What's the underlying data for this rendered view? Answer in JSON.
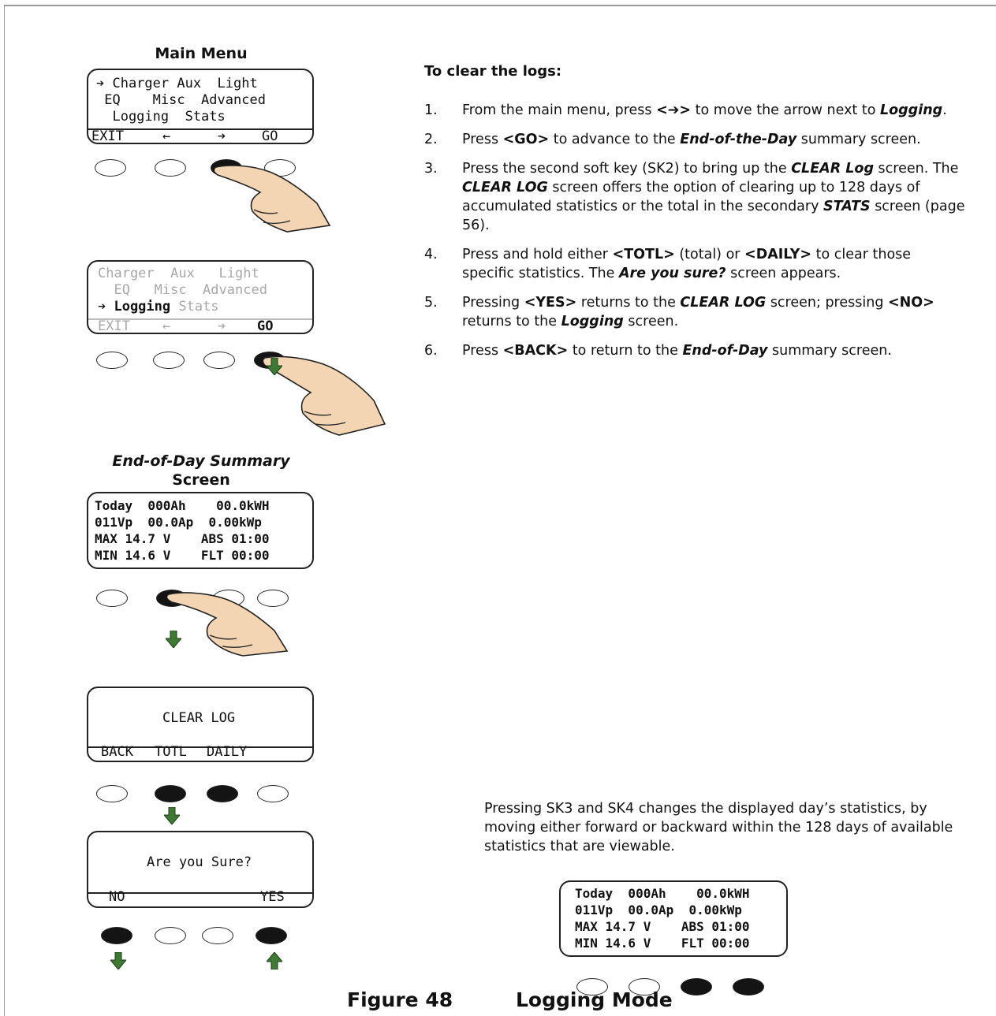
{
  "main_menu": {
    "title": "Main Menu",
    "rows": [
      "➔ Charger Aux  Light",
      " EQ    Misc  Advanced",
      "  Logging  Stats"
    ],
    "softkeys": [
      "EXIT",
      "←",
      "➔",
      "GO"
    ]
  },
  "logging_menu": {
    "row1": "Charger  Aux   Light",
    "row2": "  EQ   Misc  Advanced",
    "row3_arrow": "➔ Logging",
    "row3_rest": " Stats",
    "softkeys_dim": [
      "EXIT",
      "←",
      "➔"
    ],
    "softkey_go": "GO"
  },
  "end_of_day": {
    "title_line1": "End-of-Day Summary",
    "title_line2": "Screen",
    "rows": [
      "Today  000Ah    00.0kWH",
      "011Vp  00.0Ap  0.00kWp",
      "MAX 14.7 V    ABS 01:00",
      "MIN 14.6 V    FLT 00:00"
    ]
  },
  "clear_log_screen": {
    "title": "CLEAR LOG",
    "softkeys": [
      "BACK",
      "TOTL",
      "DAILY"
    ]
  },
  "confirm_screen": {
    "prompt": "Are you Sure?",
    "no": "NO",
    "yes": "YES"
  },
  "instructions": {
    "heading": "To clear the logs:",
    "numbers": [
      "1.",
      "2.",
      "3.",
      "4.",
      "5.",
      "6."
    ],
    "s1": {
      "a": "From the main menu, press ",
      "k1": "<➔>",
      "b": " to move the arrow next to ",
      "e1": "Logging",
      "c": "."
    },
    "s2": {
      "a": "Press ",
      "k1": "<GO>",
      "b": " to advance to the ",
      "e1": "End-of-the-Day",
      "c": " summary screen."
    },
    "s3": {
      "a": "Press the second soft key (SK2) to bring up the ",
      "e1": "CLEAR Log",
      "b": " screen.  The ",
      "e2": "CLEAR LOG",
      "c": " screen offers the option of clearing up to 128 days of accumulated statistics or the total in the secondary ",
      "e3": "STATS",
      "d": " screen (page 56)."
    },
    "s4": {
      "a": "Press and hold either ",
      "k1": "<TOTL>",
      "b": " (total) or ",
      "k2": "<DAILY>",
      "c": " to clear those specific statistics. The ",
      "e1": "Are you sure?",
      "d": " screen appears."
    },
    "s5": {
      "a": "Pressing ",
      "k1": "<YES>",
      "b": " returns to the ",
      "e1": "CLEAR LOG",
      "c": " screen; pressing ",
      "k2": "<NO>",
      "d": " returns to the ",
      "e2": "Logging",
      "e": " screen."
    },
    "s6": {
      "a": "Press ",
      "k1": "<BACK>",
      "b": " to return to the ",
      "e1": "End-of-Day",
      "c": " summary screen."
    }
  },
  "side_note": "Pressing SK3 and SK4 changes the displayed day’s statistics, by moving either forward or backward within the 128 days of available statistics that are viewable.",
  "caption": {
    "figure": "Figure 48",
    "title": "Logging Mode"
  },
  "colors": {
    "arrow_green": "#3f7a35",
    "key_pressed": "#141414",
    "hand_skin": "#f3d5b3",
    "dim_text": "#a8a8a8"
  }
}
